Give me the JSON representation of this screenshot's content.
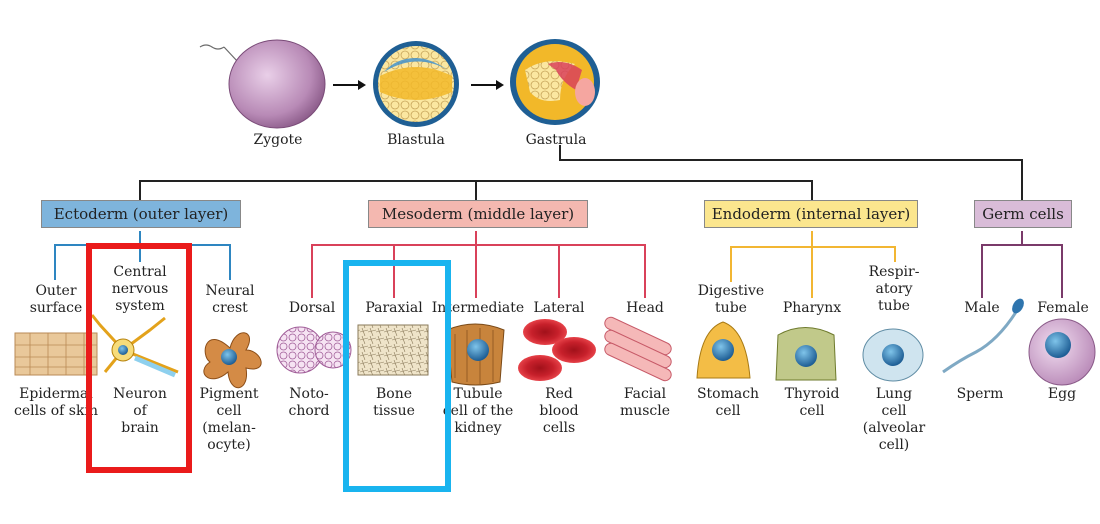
{
  "stages": {
    "zygote": "Zygote",
    "blastula": "Blastula",
    "gastrula": "Gastrula"
  },
  "layers": {
    "ectoderm": {
      "title": "Ectoderm (outer layer)",
      "color": "#7eb4dc",
      "line_color": "#2e86c1",
      "items": [
        {
          "heading": "Outer\nsurface",
          "label": "Epidermal\ncells of skin"
        },
        {
          "heading": "Central\nnervous\nsystem",
          "label": "Neuron\nof\nbrain"
        },
        {
          "heading": "Neural\ncrest",
          "label": "Pigment\ncell\n(melan-\nocyte)"
        }
      ]
    },
    "mesoderm": {
      "title": "Mesoderm (middle layer)",
      "color": "#f4b8b0",
      "line_color": "#d9415a",
      "items": [
        {
          "heading": "Dorsal",
          "label": "Noto-\nchord"
        },
        {
          "heading": "Paraxial",
          "label": "Bone\ntissue"
        },
        {
          "heading": "Intermediate",
          "label": "Tubule\ncell of the\nkidney"
        },
        {
          "heading": "Lateral",
          "label": "Red\nblood\ncells"
        },
        {
          "heading": "Head",
          "label": "Facial\nmuscle"
        }
      ]
    },
    "endoderm": {
      "title": "Endoderm (internal layer)",
      "color": "#fbe68e",
      "line_color": "#f2b632",
      "items": [
        {
          "heading": "Digestive\ntube",
          "label": "Stomach\ncell"
        },
        {
          "heading": "Pharynx",
          "label": "Thyroid\ncell"
        },
        {
          "heading": "Respir-\natory\ntube",
          "label": "Lung\ncell\n(alveolar\ncell)"
        }
      ]
    },
    "germ": {
      "title": "Germ cells",
      "color": "#d9bcd8",
      "line_color": "#7a3a6a",
      "items": [
        {
          "heading": "Male",
          "label": "Sperm"
        },
        {
          "heading": "Female",
          "label": "Egg"
        }
      ]
    }
  },
  "highlights": [
    {
      "color": "#ea1b1b",
      "target": "Neuron of brain"
    },
    {
      "color": "#19b4ef",
      "target": "Bone tissue"
    }
  ]
}
